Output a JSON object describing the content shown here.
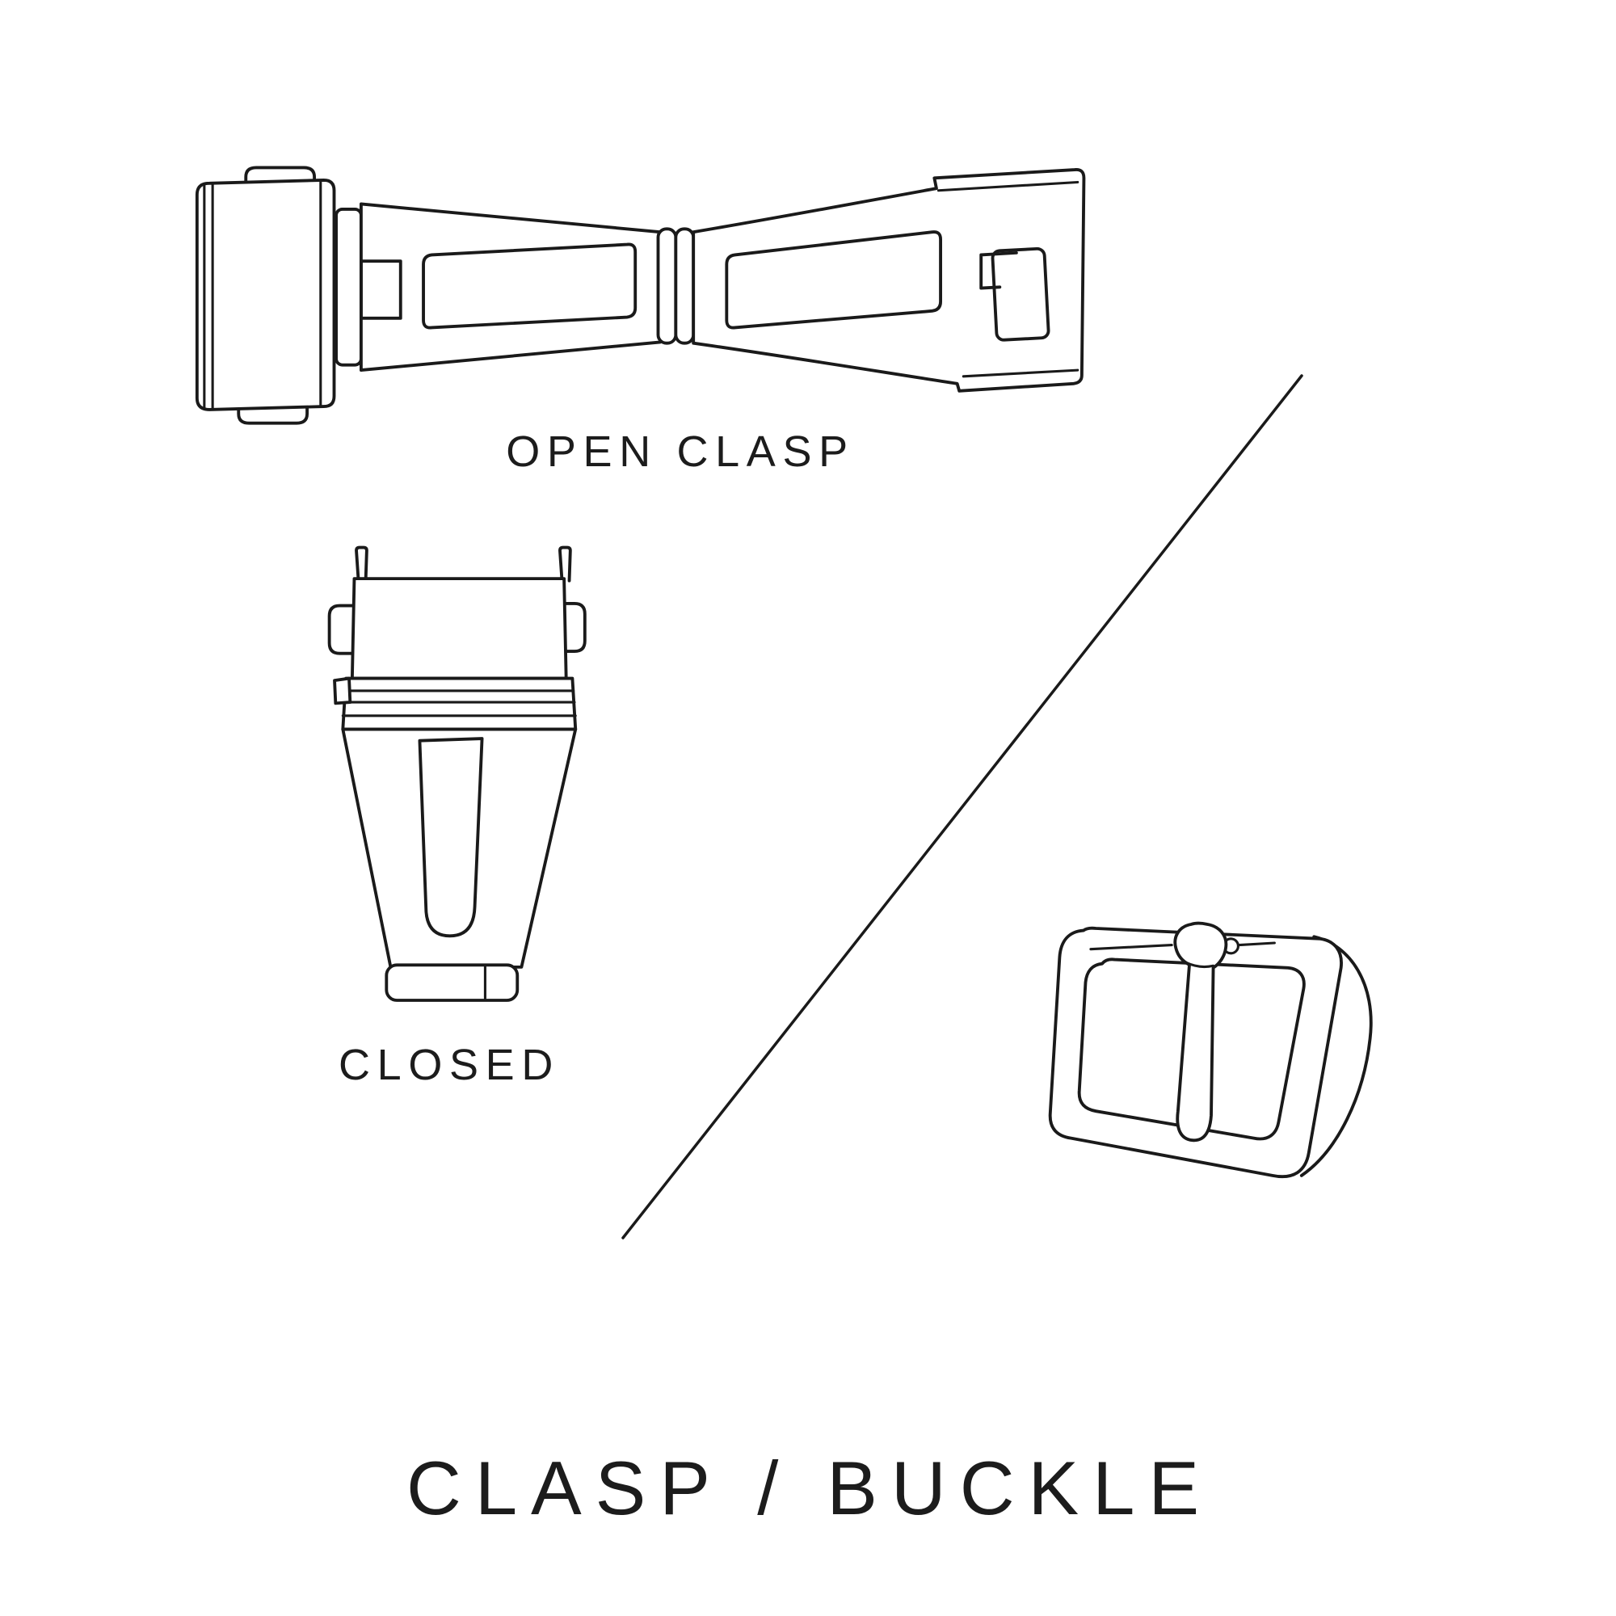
{
  "canvas": {
    "background": "#ffffff",
    "line_color": "#1a1a1a",
    "text_color": "#1c1c1c"
  },
  "labels": {
    "open_clasp": "OPEN CLASP",
    "closed": "CLOSED",
    "title": "CLASP / BUCKLE"
  },
  "illustrations": [
    {
      "name": "open-clasp-illustration"
    },
    {
      "name": "closed-clasp-illustration"
    },
    {
      "name": "tang-buckle-illustration"
    }
  ]
}
